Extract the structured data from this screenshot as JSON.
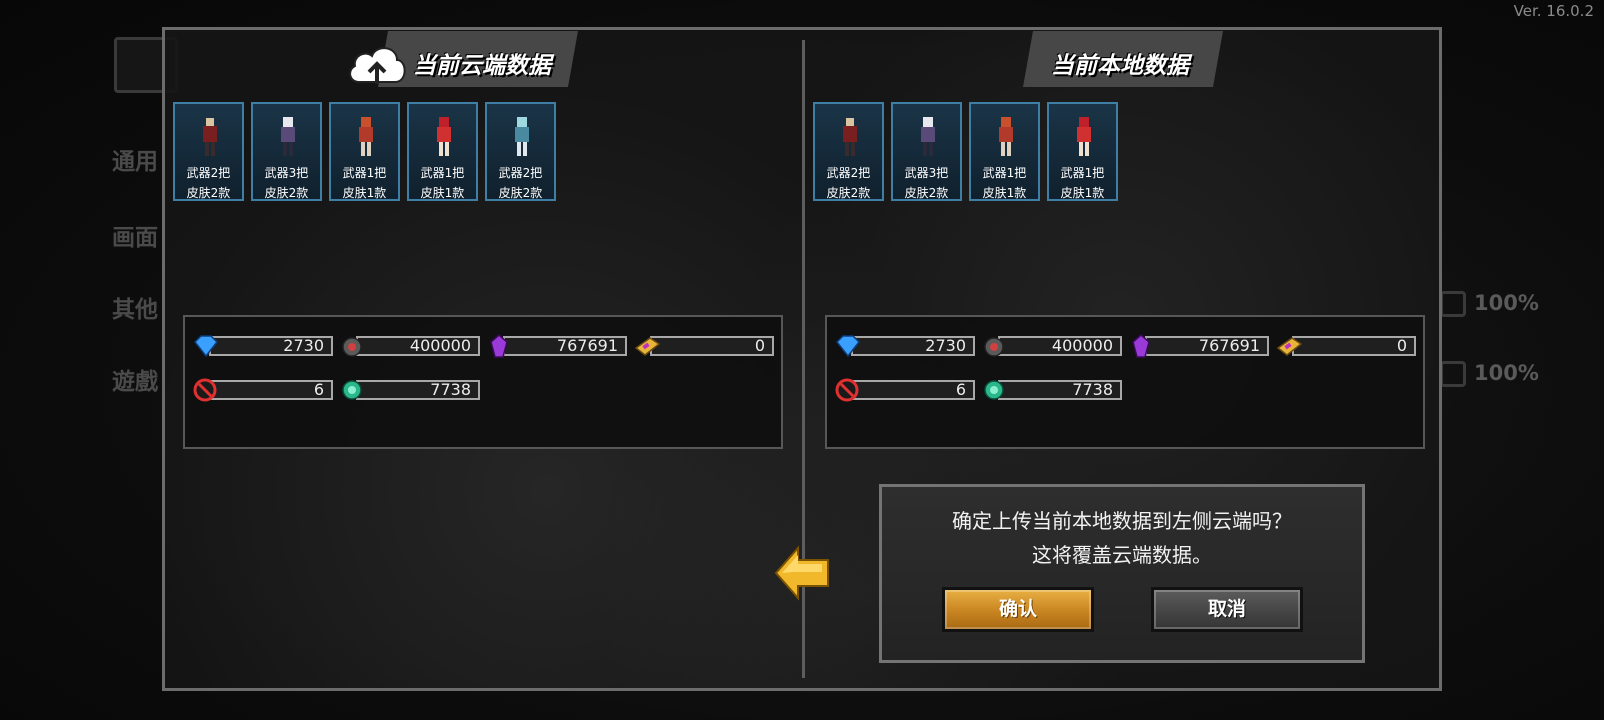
{
  "version": "Ver. 16.0.2",
  "background": {
    "labels": [
      "通用",
      "画面",
      "其他",
      "遊戲"
    ],
    "percents": [
      "100%",
      "100%"
    ]
  },
  "cloud": {
    "title": "当前云端数据",
    "characters": [
      {
        "line1": "武器2把",
        "line2": "皮肤2款"
      },
      {
        "line1": "武器3把",
        "line2": "皮肤2款"
      },
      {
        "line1": "武器1把",
        "line2": "皮肤1款"
      },
      {
        "line1": "武器1把",
        "line2": "皮肤1款"
      },
      {
        "line1": "武器2把",
        "line2": "皮肤2款"
      }
    ],
    "resources": {
      "gems": "2730",
      "parts": "400000",
      "crystals": "767691",
      "tickets": "0",
      "tokens": "6",
      "coins": "7738"
    }
  },
  "local": {
    "title": "当前本地数据",
    "characters": [
      {
        "line1": "武器2把",
        "line2": "皮肤2款"
      },
      {
        "line1": "武器3把",
        "line2": "皮肤2款"
      },
      {
        "line1": "武器1把",
        "line2": "皮肤1款"
      },
      {
        "line1": "武器1把",
        "line2": "皮肤1款"
      }
    ],
    "resources": {
      "gems": "2730",
      "parts": "400000",
      "crystals": "767691",
      "tickets": "0",
      "tokens": "6",
      "coins": "7738"
    }
  },
  "dialog": {
    "line1": "确定上传当前本地数据到左侧云端吗？",
    "line2": "这将覆盖云端数据。",
    "confirm_label": "确认",
    "cancel_label": "取消"
  },
  "colors": {
    "card_border": "#3f7fa6",
    "confirm": "#d8961f",
    "cancel": "#4a4a4a",
    "arrow": "#f0b82a"
  },
  "icons": {
    "resources": [
      "blue-gem-icon",
      "parts-icon",
      "purple-crystal-icon",
      "ticket-icon",
      "red-token-icon",
      "green-coin-icon"
    ]
  }
}
